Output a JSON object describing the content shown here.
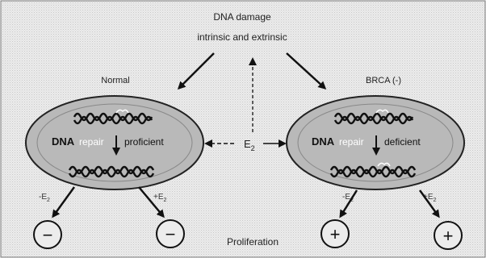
{
  "title": {
    "line1": "DNA damage",
    "line2": "intrinsic and extrinsic"
  },
  "left_cell": {
    "label": "Normal",
    "repair_text_a": "DNA",
    "repair_text_b": "repair",
    "repair_text_c": "proficient"
  },
  "right_cell": {
    "label": "BRCA (-)",
    "repair_text_a": "DNA",
    "repair_text_b": "repair",
    "repair_text_c": "deficient"
  },
  "center": {
    "label": "E",
    "subscript": "2"
  },
  "branches": {
    "left_minus_label": "-E",
    "left_plus_label": "+E",
    "right_minus_label": "-E",
    "right_plus_label": "+E",
    "subscript": "2"
  },
  "outcomes": {
    "left_a": "−",
    "left_b": "−",
    "right_a": "+",
    "right_b": "+"
  },
  "footer": {
    "label": "Proliferation"
  },
  "colors": {
    "background": "#ffffff",
    "panel_fill": "#e7e7e7",
    "cell_fill": "#b9b9b9",
    "nucleus_fill": "#d8d8d8",
    "ink": "#111111"
  }
}
